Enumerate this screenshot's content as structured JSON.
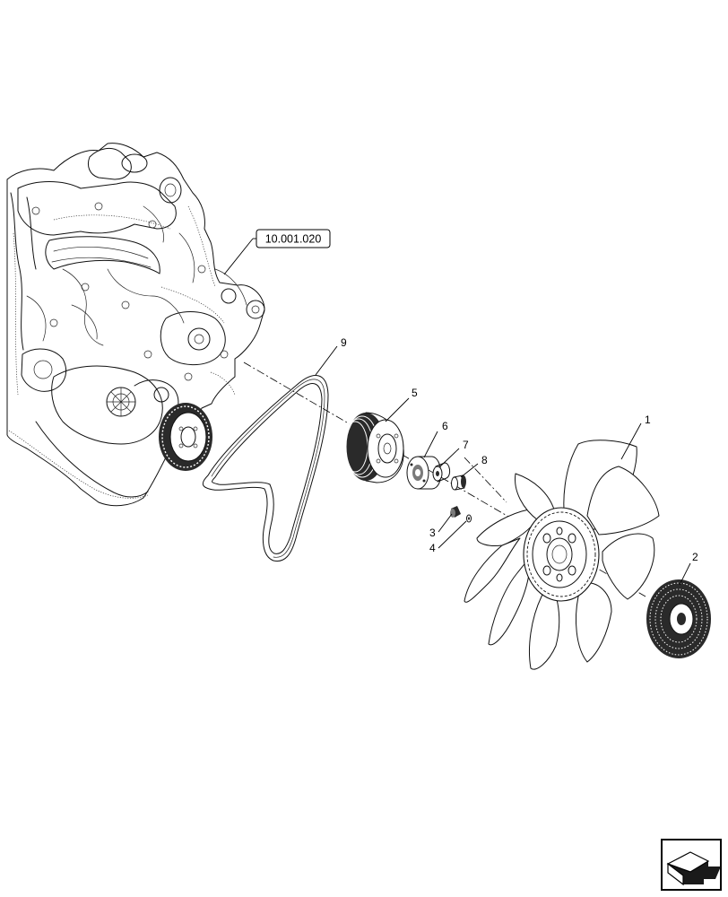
{
  "reference_label": "10.001.020",
  "callouts": [
    "1",
    "2",
    "3",
    "4",
    "5",
    "6",
    "7",
    "8",
    "9"
  ]
}
